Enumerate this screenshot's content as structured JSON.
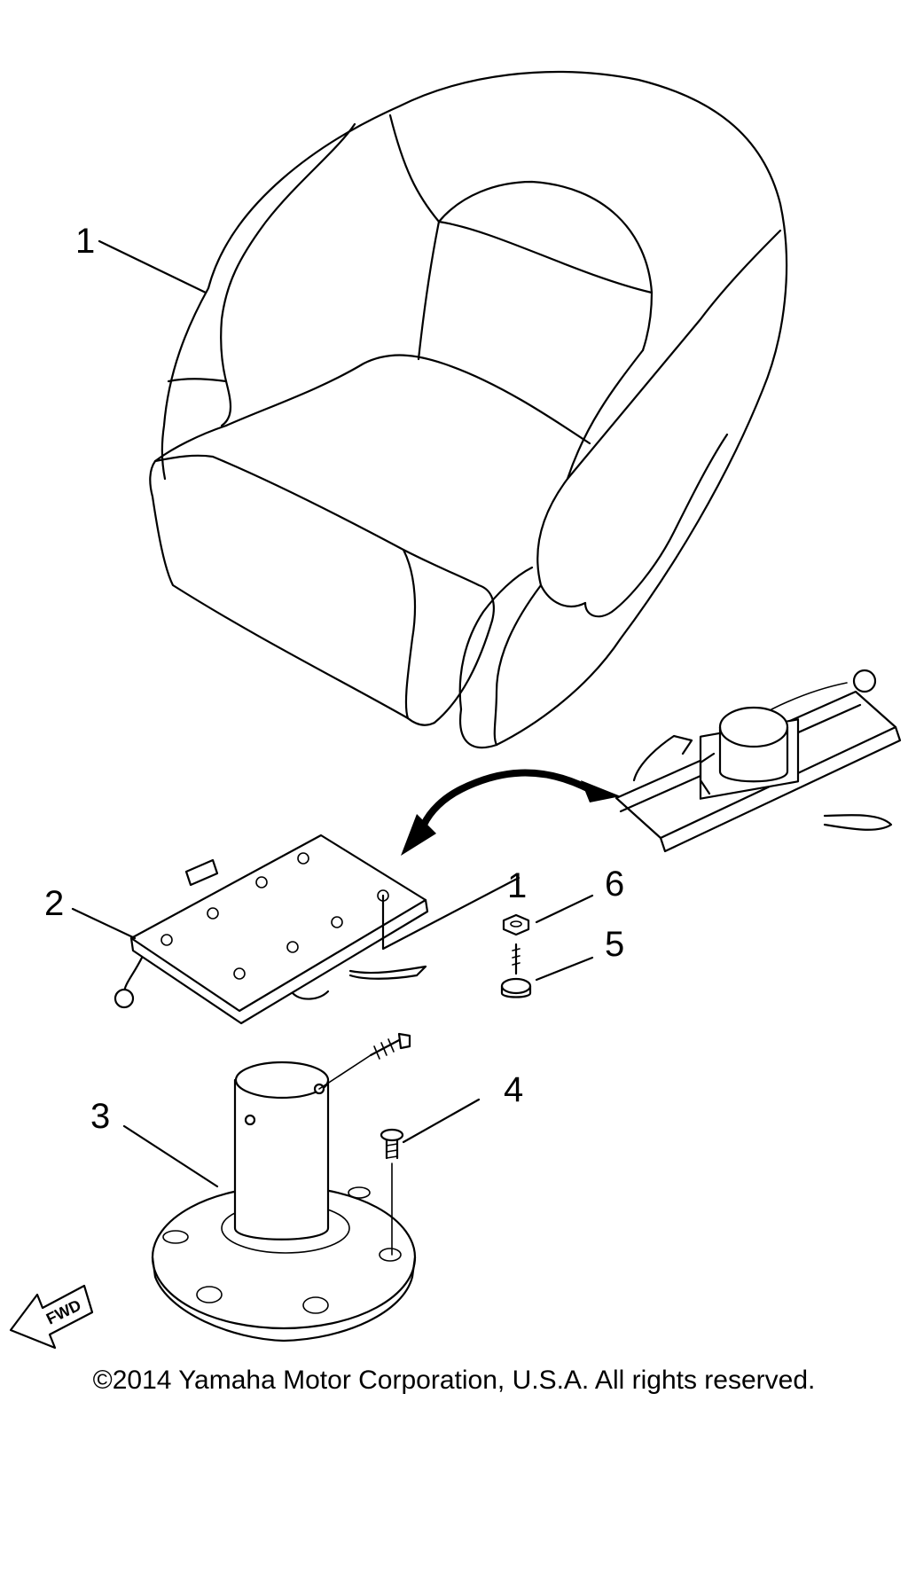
{
  "callouts": {
    "seat": "1",
    "swivel_plate": "2",
    "pedestal": "3",
    "bolt": "4",
    "screw": "5",
    "nut": "6",
    "plate_ref": "1"
  },
  "fwd_label": "FWD",
  "copyright": "©2014 Yamaha Motor Corporation, U.S.A. All rights reserved.",
  "colors": {
    "line": "#000000",
    "background": "#ffffff"
  }
}
